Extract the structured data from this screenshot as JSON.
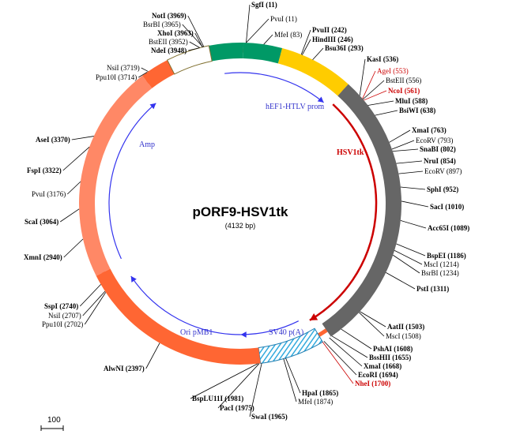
{
  "plasmid": {
    "name": "pORF9-HSV1tk",
    "size_label": "(4132 bp)",
    "length": 4132
  },
  "scale_bar": {
    "label": "100",
    "length_bp": 100
  },
  "features": [
    {
      "id": "hef1",
      "label": "hEF1-HTLV prom",
      "label_color": "#3333cc",
      "color": "#009966",
      "start": 3990,
      "end": 4132,
      "style": "solid"
    },
    {
      "id": "hef1b",
      "label": "",
      "color": "#009966",
      "start": 0,
      "end": 160,
      "style": "solid"
    },
    {
      "id": "intron",
      "label": "",
      "color": "#ffcc00",
      "start": 160,
      "end": 470,
      "style": "solid"
    },
    {
      "id": "hsv1tk",
      "label": "HSV1tk",
      "label_color": "#cc0000",
      "color": "#666666",
      "start": 470,
      "end": 1660,
      "style": "solid"
    },
    {
      "id": "sv40",
      "label": "SV40 p(A)",
      "label_color": "#3333cc",
      "color": "#33aadd",
      "start": 1700,
      "end": 1970,
      "style": "hatch"
    },
    {
      "id": "ori",
      "label": "Ori pMB1",
      "label_color": "#3333cc",
      "color": "#ff6633",
      "start": 1970,
      "end": 2780,
      "style": "solid"
    },
    {
      "id": "amp",
      "label": "Amp",
      "label_color": "#3333cc",
      "color": "#ff8866",
      "start": 2780,
      "end": 3690,
      "style": "solid"
    },
    {
      "id": "gap",
      "label": "",
      "color": "#ff6633",
      "start": 3690,
      "end": 3810,
      "style": "solid"
    },
    {
      "id": "mcs",
      "label": "",
      "color": "#ffffff",
      "start": 3810,
      "end": 3990,
      "style": "outline"
    }
  ],
  "arrows": [
    {
      "id": "hsv1tk_arrow",
      "color": "#cc0000",
      "start": 480,
      "end": 1700
    },
    {
      "id": "prom_arrow",
      "color": "#3333ee",
      "start": 4040,
      "end": 440
    },
    {
      "id": "sv40_arrow",
      "color": "#3333ee",
      "start": 1750,
      "end": 2050
    },
    {
      "id": "ori_arrow",
      "color": "#3333ee",
      "start": 2050,
      "end": 2700
    },
    {
      "id": "amp_arrow",
      "color": "#3333ee",
      "start": 2800,
      "end": 3660
    }
  ],
  "sites": [
    {
      "name": "SgfI",
      "pos": "(11)",
      "bp": 11,
      "bold": true,
      "red": false
    },
    {
      "name": "PvuI",
      "pos": "(11)",
      "bp": 11,
      "bold": false,
      "red": false
    },
    {
      "name": "MfeI",
      "pos": "(83)",
      "bp": 83,
      "bold": false,
      "red": false
    },
    {
      "name": "PvuII",
      "pos": "(242)",
      "bp": 242,
      "bold": true,
      "red": false
    },
    {
      "name": "HindIII",
      "pos": "(246)",
      "bp": 246,
      "bold": true,
      "red": false
    },
    {
      "name": "Bsu36I",
      "pos": "(293)",
      "bp": 293,
      "bold": true,
      "red": false
    },
    {
      "name": "KasI",
      "pos": "(536)",
      "bp": 536,
      "bold": true,
      "red": false
    },
    {
      "name": "AgeI",
      "pos": "(553)",
      "bp": 553,
      "bold": false,
      "red": true
    },
    {
      "name": "BstEII",
      "pos": "(556)",
      "bp": 556,
      "bold": false,
      "red": false
    },
    {
      "name": "NcoI",
      "pos": "(561)",
      "bp": 561,
      "bold": true,
      "red": true
    },
    {
      "name": "MluI",
      "pos": "(588)",
      "bp": 588,
      "bold": true,
      "red": false
    },
    {
      "name": "BsiWI",
      "pos": "(638)",
      "bp": 638,
      "bold": true,
      "red": false
    },
    {
      "name": "XmaI",
      "pos": "(763)",
      "bp": 763,
      "bold": true,
      "red": false
    },
    {
      "name": "EcoRV",
      "pos": "(793)",
      "bp": 793,
      "bold": false,
      "red": false
    },
    {
      "name": "SnaBI",
      "pos": "(802)",
      "bp": 802,
      "bold": true,
      "red": false
    },
    {
      "name": "NruI",
      "pos": "(854)",
      "bp": 854,
      "bold": true,
      "red": false
    },
    {
      "name": "EcoRV",
      "pos": "(897)",
      "bp": 897,
      "bold": false,
      "red": false
    },
    {
      "name": "SphI",
      "pos": "(952)",
      "bp": 952,
      "bold": true,
      "red": false
    },
    {
      "name": "SacI",
      "pos": "(1010)",
      "bp": 1010,
      "bold": true,
      "red": false
    },
    {
      "name": "Acc65I",
      "pos": "(1089)",
      "bp": 1089,
      "bold": true,
      "red": false
    },
    {
      "name": "BspEI",
      "pos": "(1186)",
      "bp": 1186,
      "bold": true,
      "red": false
    },
    {
      "name": "MscI",
      "pos": "(1214)",
      "bp": 1214,
      "bold": false,
      "red": false
    },
    {
      "name": "BsrBI",
      "pos": "(1234)",
      "bp": 1234,
      "bold": false,
      "red": false
    },
    {
      "name": "PstI",
      "pos": "(1311)",
      "bp": 1311,
      "bold": true,
      "red": false
    },
    {
      "name": "AatII",
      "pos": "(1503)",
      "bp": 1503,
      "bold": true,
      "red": false
    },
    {
      "name": "MscI",
      "pos": "(1508)",
      "bp": 1508,
      "bold": false,
      "red": false
    },
    {
      "name": "PshAI",
      "pos": "(1608)",
      "bp": 1608,
      "bold": true,
      "red": false
    },
    {
      "name": "BssHII",
      "pos": "(1655)",
      "bp": 1655,
      "bold": true,
      "red": false
    },
    {
      "name": "XmaI",
      "pos": "(1668)",
      "bp": 1668,
      "bold": true,
      "red": false
    },
    {
      "name": "EcoRI",
      "pos": "(1694)",
      "bp": 1694,
      "bold": true,
      "red": false
    },
    {
      "name": "NheI",
      "pos": "(1700)",
      "bp": 1700,
      "bold": true,
      "red": true
    },
    {
      "name": "HpaI",
      "pos": "(1865)",
      "bp": 1865,
      "bold": true,
      "red": false
    },
    {
      "name": "MfeI",
      "pos": "(1874)",
      "bp": 1874,
      "bold": false,
      "red": false
    },
    {
      "name": "BspLU11I",
      "pos": "(1981)",
      "bp": 1981,
      "bold": true,
      "red": false
    },
    {
      "name": "PacI",
      "pos": "(1975)",
      "bp": 1975,
      "bold": true,
      "red": false
    },
    {
      "name": "SwaI",
      "pos": "(1965)",
      "bp": 1965,
      "bold": true,
      "red": false
    },
    {
      "name": "AlwNI",
      "pos": "(2397)",
      "bp": 2397,
      "bold": true,
      "red": false
    },
    {
      "name": "SspI",
      "pos": "(2740)",
      "bp": 2740,
      "bold": true,
      "red": false
    },
    {
      "name": "NsiI",
      "pos": "(2707)",
      "bp": 2707,
      "bold": false,
      "red": false
    },
    {
      "name": "Ppu10I",
      "pos": "(2702)",
      "bp": 2702,
      "bold": false,
      "red": false
    },
    {
      "name": "XmnI",
      "pos": "(2940)",
      "bp": 2940,
      "bold": true,
      "red": false
    },
    {
      "name": "ScaI",
      "pos": "(3064)",
      "bp": 3064,
      "bold": true,
      "red": false
    },
    {
      "name": "PvuI",
      "pos": "(3176)",
      "bp": 3176,
      "bold": false,
      "red": false
    },
    {
      "name": "FspI",
      "pos": "(3322)",
      "bp": 3322,
      "bold": true,
      "red": false
    },
    {
      "name": "AseI",
      "pos": "(3370)",
      "bp": 3370,
      "bold": true,
      "red": false
    },
    {
      "name": "NsiI",
      "pos": "(3719)",
      "bp": 3719,
      "bold": false,
      "red": false
    },
    {
      "name": "Ppu10I",
      "pos": "(3714)",
      "bp": 3714,
      "bold": false,
      "red": false
    },
    {
      "name": "NotI",
      "pos": "(3969)",
      "bp": 3969,
      "bold": true,
      "red": false
    },
    {
      "name": "BsrBI",
      "pos": "(3965)",
      "bp": 3965,
      "bold": false,
      "red": false
    },
    {
      "name": "XhoI",
      "pos": "(3963)",
      "bp": 3963,
      "bold": true,
      "red": false
    },
    {
      "name": "BstEII",
      "pos": "(3952)",
      "bp": 3952,
      "bold": false,
      "red": false
    },
    {
      "name": "NdeI",
      "pos": "(3948)",
      "bp": 3948,
      "bold": true,
      "red": false
    }
  ]
}
